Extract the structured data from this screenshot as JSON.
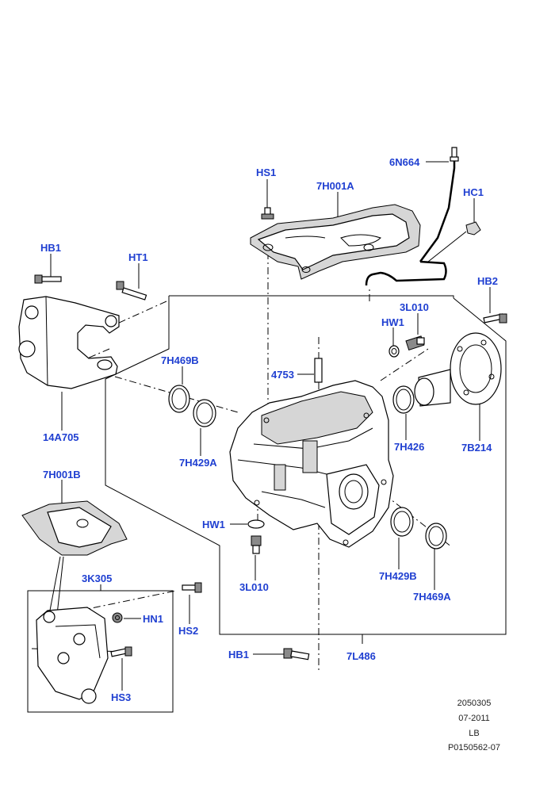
{
  "callouts": {
    "hs1": "HS1",
    "h7h001a": "7H001A",
    "n6n664": "6N664",
    "hc1": "HC1",
    "hb1_top": "HB1",
    "ht1": "HT1",
    "hb2": "HB2",
    "l3l010_top": "3L010",
    "hw1_top": "HW1",
    "h7h469b": "7H469B",
    "n4753": "4753",
    "a14a705": "14A705",
    "h7h429a": "7H429A",
    "h7h426": "7H426",
    "b7b214": "7B214",
    "h7h001b": "7H001B",
    "hw1_bottom": "HW1",
    "l3l010_bottom": "3L010",
    "h7h429b": "7H429B",
    "h7h469a": "7H469A",
    "k3k305": "3K305",
    "hn1": "HN1",
    "hs2": "HS2",
    "hs3": "HS3",
    "hb1_bottom": "HB1",
    "l7l486": "7L486"
  },
  "footer": {
    "line1": "2050305",
    "line2": "07-2011",
    "line3": "LB",
    "line4": "P0150562-07"
  }
}
